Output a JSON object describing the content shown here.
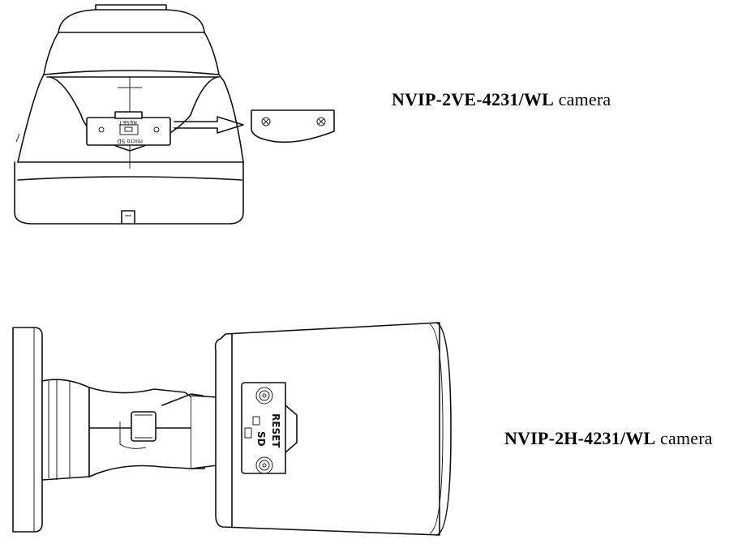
{
  "dome_camera": {
    "model": "NVIP-2VE-4231/WL",
    "suffix": " camera",
    "slot_label_reset": "RESET",
    "slot_label_sd": "micro SD"
  },
  "bullet_camera": {
    "model": "NVIP-2H-4231/WL",
    "suffix": " camera",
    "slot_label_reset": "RESET",
    "slot_label_sd": "SD"
  }
}
